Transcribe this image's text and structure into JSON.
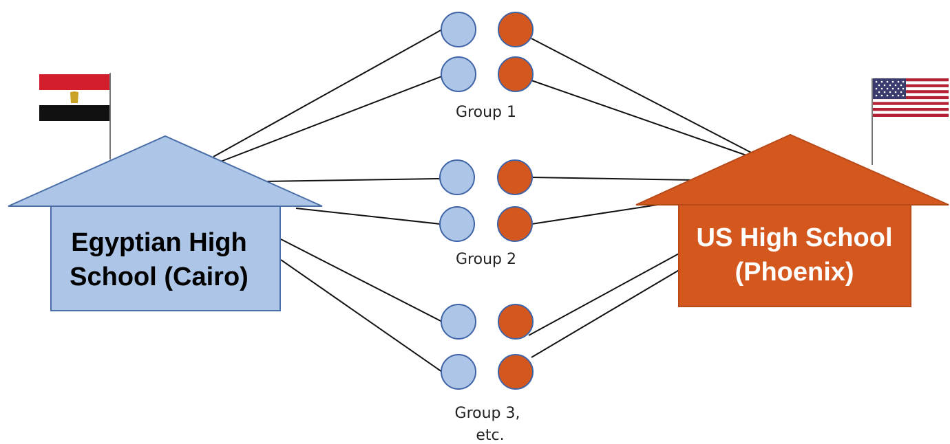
{
  "colors": {
    "egypt_house": "#adc6e8",
    "egypt_house_border": "#4a6ea8",
    "egypt_student": "#adc6e8",
    "egypt_student_border": "#3f63a6",
    "us_house": "#d4571e",
    "us_house_border": "#b84a1a",
    "us_student": "#d4571e",
    "us_student_border": "#3f63a6",
    "line": "#111111",
    "egypt_label_text": "#000000",
    "us_label_text": "#ffffff"
  },
  "schools": {
    "egypt": {
      "label_line1": "Egyptian High",
      "label_line2": "School (Cairo)",
      "flag": "egypt-flag-icon"
    },
    "us": {
      "label_line1": "US High School",
      "label_line2": "(Phoenix)",
      "flag": "us-flag-icon"
    }
  },
  "groups": [
    {
      "label_line1": "Group 1",
      "label_line2": ""
    },
    {
      "label_line1": "Group 2",
      "label_line2": ""
    },
    {
      "label_line1": "Group 3,",
      "label_line2": "etc."
    }
  ]
}
